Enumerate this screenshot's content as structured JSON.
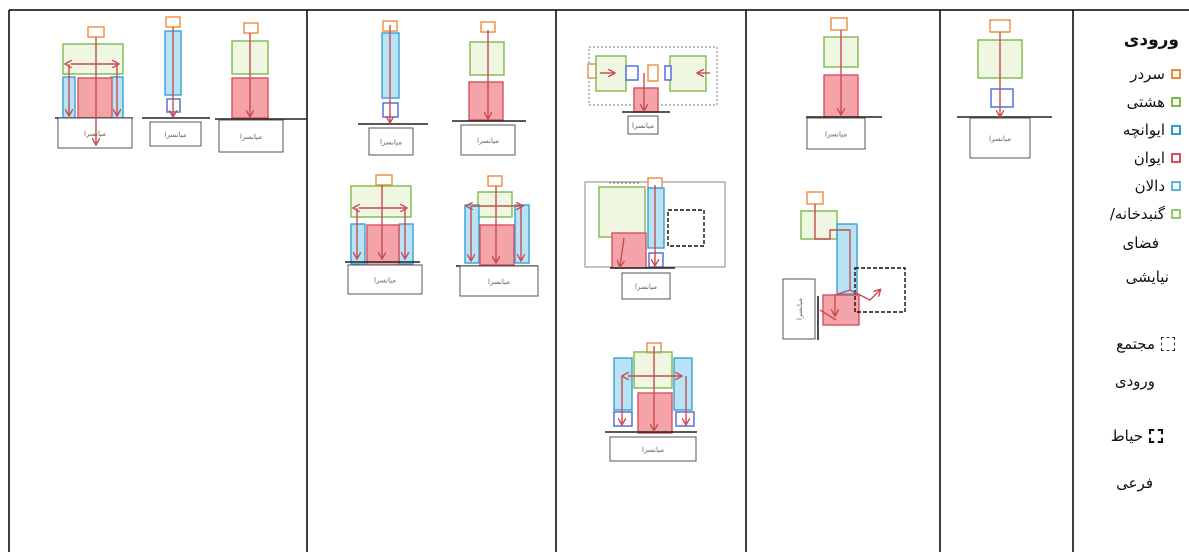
{
  "legend": {
    "title": "ورودی",
    "items": [
      {
        "label": "سردر",
        "color": "#f08a3a"
      },
      {
        "label": "هشتی",
        "color": "#7fb84a"
      },
      {
        "label": "ایوانچه",
        "color": "#2e9ad0"
      },
      {
        "label": "ایوان",
        "color": "#e04e5a"
      },
      {
        "label": "دالان",
        "color": "#52b7e6"
      },
      {
        "label": "گنبدخانه/",
        "color": "#8fd06a"
      }
    ],
    "dome_cont_1": "فضای",
    "dome_cont_2": "نیایشی",
    "entry_complex_1": "مجتمع",
    "entry_complex_2": "ورودی",
    "sub_yard_1": "حیاط",
    "sub_yard_2": "فرعی"
  },
  "courtyard_label": "میانسرا",
  "colors": {
    "sardar": "#f08a3a",
    "hashti_stroke": "#7fb84a",
    "hashti_fill": "#dff0c6",
    "ivanche": "#4a67d8",
    "ivan_fill": "#f4a3a8",
    "ivan_stroke": "#d9505c",
    "dalan_fill": "#b8e3f5",
    "dalan_stroke": "#3a9fd3",
    "arrow": "#c94b50"
  }
}
